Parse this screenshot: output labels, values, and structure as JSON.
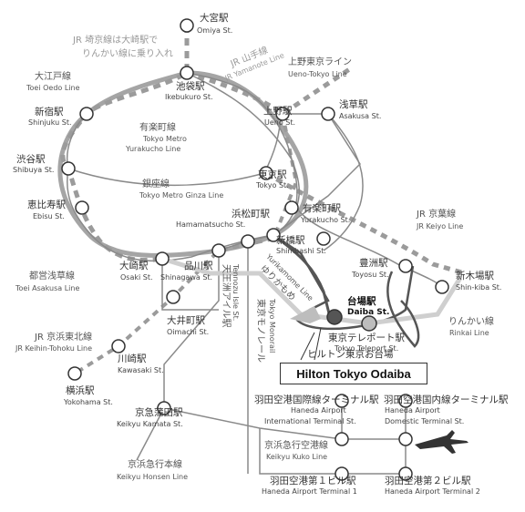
{
  "stations": {
    "omiya": {
      "jp": "大宮駅",
      "en": "Omiya St."
    },
    "ikebukuro": {
      "jp": "池袋駅",
      "en": "Ikebukuro St."
    },
    "ueno": {
      "jp": "上野駅",
      "en": "Ueno St."
    },
    "asakusa": {
      "jp": "浅草駅",
      "en": "Asakusa St."
    },
    "shinjuku": {
      "jp": "新宿駅",
      "en": "Shinjuku St."
    },
    "shibuya": {
      "jp": "渋谷駅",
      "en": "Shibuya St."
    },
    "ebisu": {
      "jp": "恵比寿駅",
      "en": "Ebisu St."
    },
    "tokyo": {
      "jp": "東京駅",
      "en": "Tokyo St."
    },
    "yurakucho": {
      "jp": "有楽町駅",
      "en": "Yurakucho St."
    },
    "hamamatsucho": {
      "jp": "浜松町駅",
      "en": "Hamamatsucho St."
    },
    "shimbashi": {
      "jp": "新橋駅",
      "en": "Shimbashi St."
    },
    "osaki": {
      "jp": "大崎駅",
      "en": "Osaki St."
    },
    "shinagawa": {
      "jp": "品川駅",
      "en": "Shinagawa St."
    },
    "oimachi": {
      "jp": "大井町駅",
      "en": "Oimachi St."
    },
    "kawasaki": {
      "jp": "川崎駅",
      "en": "Kawasaki St."
    },
    "yokohama": {
      "jp": "横浜駅",
      "en": "Yokohama St."
    },
    "keikyu_kamata": {
      "jp": "京急蒲田駅",
      "en": "Keikyu Kamata St."
    },
    "toyosu": {
      "jp": "豊洲駅",
      "en": "Toyosu St."
    },
    "shin_kiba": {
      "jp": "新木場駅",
      "en": "Shin-kiba St."
    },
    "daiba": {
      "jp": "台場駅",
      "en": "Daiba St."
    },
    "tokyo_teleport": {
      "jp": "東京テレポート駅",
      "en": "Tokyo Teleport St."
    },
    "haneda_intl": {
      "jp": "羽田空港国際線ターミナル駅",
      "en1": "Haneda Airport",
      "en2": "International Terminal St."
    },
    "haneda_dom": {
      "jp": "羽田空港国内線ターミナル駅",
      "en1": "Haneda Airport",
      "en2": "Domestic Terminal St."
    },
    "haneda_t1": {
      "jp": "羽田空港第１ビル駅",
      "en": "Haneda Airport Terminal 1"
    },
    "haneda_t2": {
      "jp": "羽田空港第２ビル駅",
      "en": "Haneda Airport Terminal 2"
    }
  },
  "lines": {
    "saikyo_note1": "JR 埼京線は大崎駅で",
    "saikyo_note2": "りんかい線に乗り入れ",
    "yamanote_jp": "JR 山手線",
    "yamanote_en": "JR Yamanote Line",
    "ueno_tokyo_jp": "上野東京ライン",
    "ueno_tokyo_en": "Ueno-Tokyo Line",
    "oedo_jp": "大江戸線",
    "oedo_en": "Toei Oedo Line",
    "yurakucho_jp": "有楽町線",
    "yurakucho_en1": "Tokyo Metro",
    "yurakucho_en2": "Yurakucho Line",
    "ginza_jp": "銀座線",
    "ginza_en": "Tokyo Metro Ginza Line",
    "keiyo_jp": "JR 京葉線",
    "keiyo_en": "JR Keiyo Line",
    "asakusa_jp": "都営浅草線",
    "asakusa_en": "Toei Asakusa Line",
    "yurikamome_jp": "ゆりかもめ",
    "yurikamome_en": "Yurikamome Line",
    "tennozu_jp": "天王洲アイル駅",
    "tennozu_en": "Tennozu Isle St.",
    "monorail_jp": "東京モノレール",
    "monorail_en": "Tokyo Monorail",
    "rinkai_jp": "りんかい線",
    "rinkai_en": "Rinkai Line",
    "keihin_jp": "JR 京浜東北線",
    "keihin_en": "JR Keihin-Tohoku Line",
    "keikyu_kuko_jp": "京浜急行空港線",
    "keikyu_kuko_en": "Keikyu Kuko Line",
    "keikyu_honsen_jp": "京浜急行本線",
    "keikyu_honsen_en": "Keikyu Honsen Line"
  },
  "hotel": {
    "jp": "ヒルトン東京お台場",
    "en": "Hilton Tokyo Odaiba"
  },
  "colors": {
    "jr": "#9b9b9b",
    "line": "#7a7a7a",
    "highlight": "#555555",
    "station_fill": "#ffffff"
  }
}
